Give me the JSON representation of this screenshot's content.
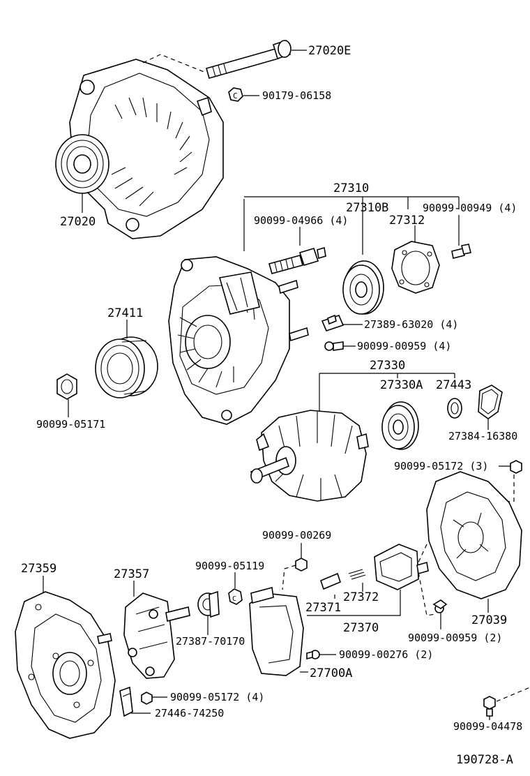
{
  "diagram_id": "190728-A",
  "parts": {
    "p27020E": "27020E",
    "p90179_06158": "90179-06158",
    "p27020": "27020",
    "p27310": "27310",
    "p27310B": "27310B",
    "p90099_04966": "90099-04966 (4)",
    "p90099_00949": "90099-00949 (4)",
    "p27312": "27312",
    "p27389_63020": "27389-63020 (4)",
    "p90099_00959_4": "90099-00959 (4)",
    "p27411": "27411",
    "p90099_05171": "90099-05171",
    "p27330": "27330",
    "p27330A": "27330A",
    "p27443": "27443",
    "p27384_16380": "27384-16380",
    "p90099_05172_3": "90099-05172 (3)",
    "p90099_00269": "90099-00269",
    "p27359": "27359",
    "p27357": "27357",
    "p90099_05119": "90099-05119",
    "p27371": "27371",
    "p27372": "27372",
    "p27370": "27370",
    "p27039": "27039",
    "p27387_70170": "27387-70170",
    "p90099_00959_2": "90099-00959 (2)",
    "p90099_00276": "90099-00276 (2)",
    "p27700A": "27700A",
    "p90099_05172_4": "90099-05172 (4)",
    "p27446_74250": "27446-74250",
    "p90099_04478": "90099-04478"
  }
}
